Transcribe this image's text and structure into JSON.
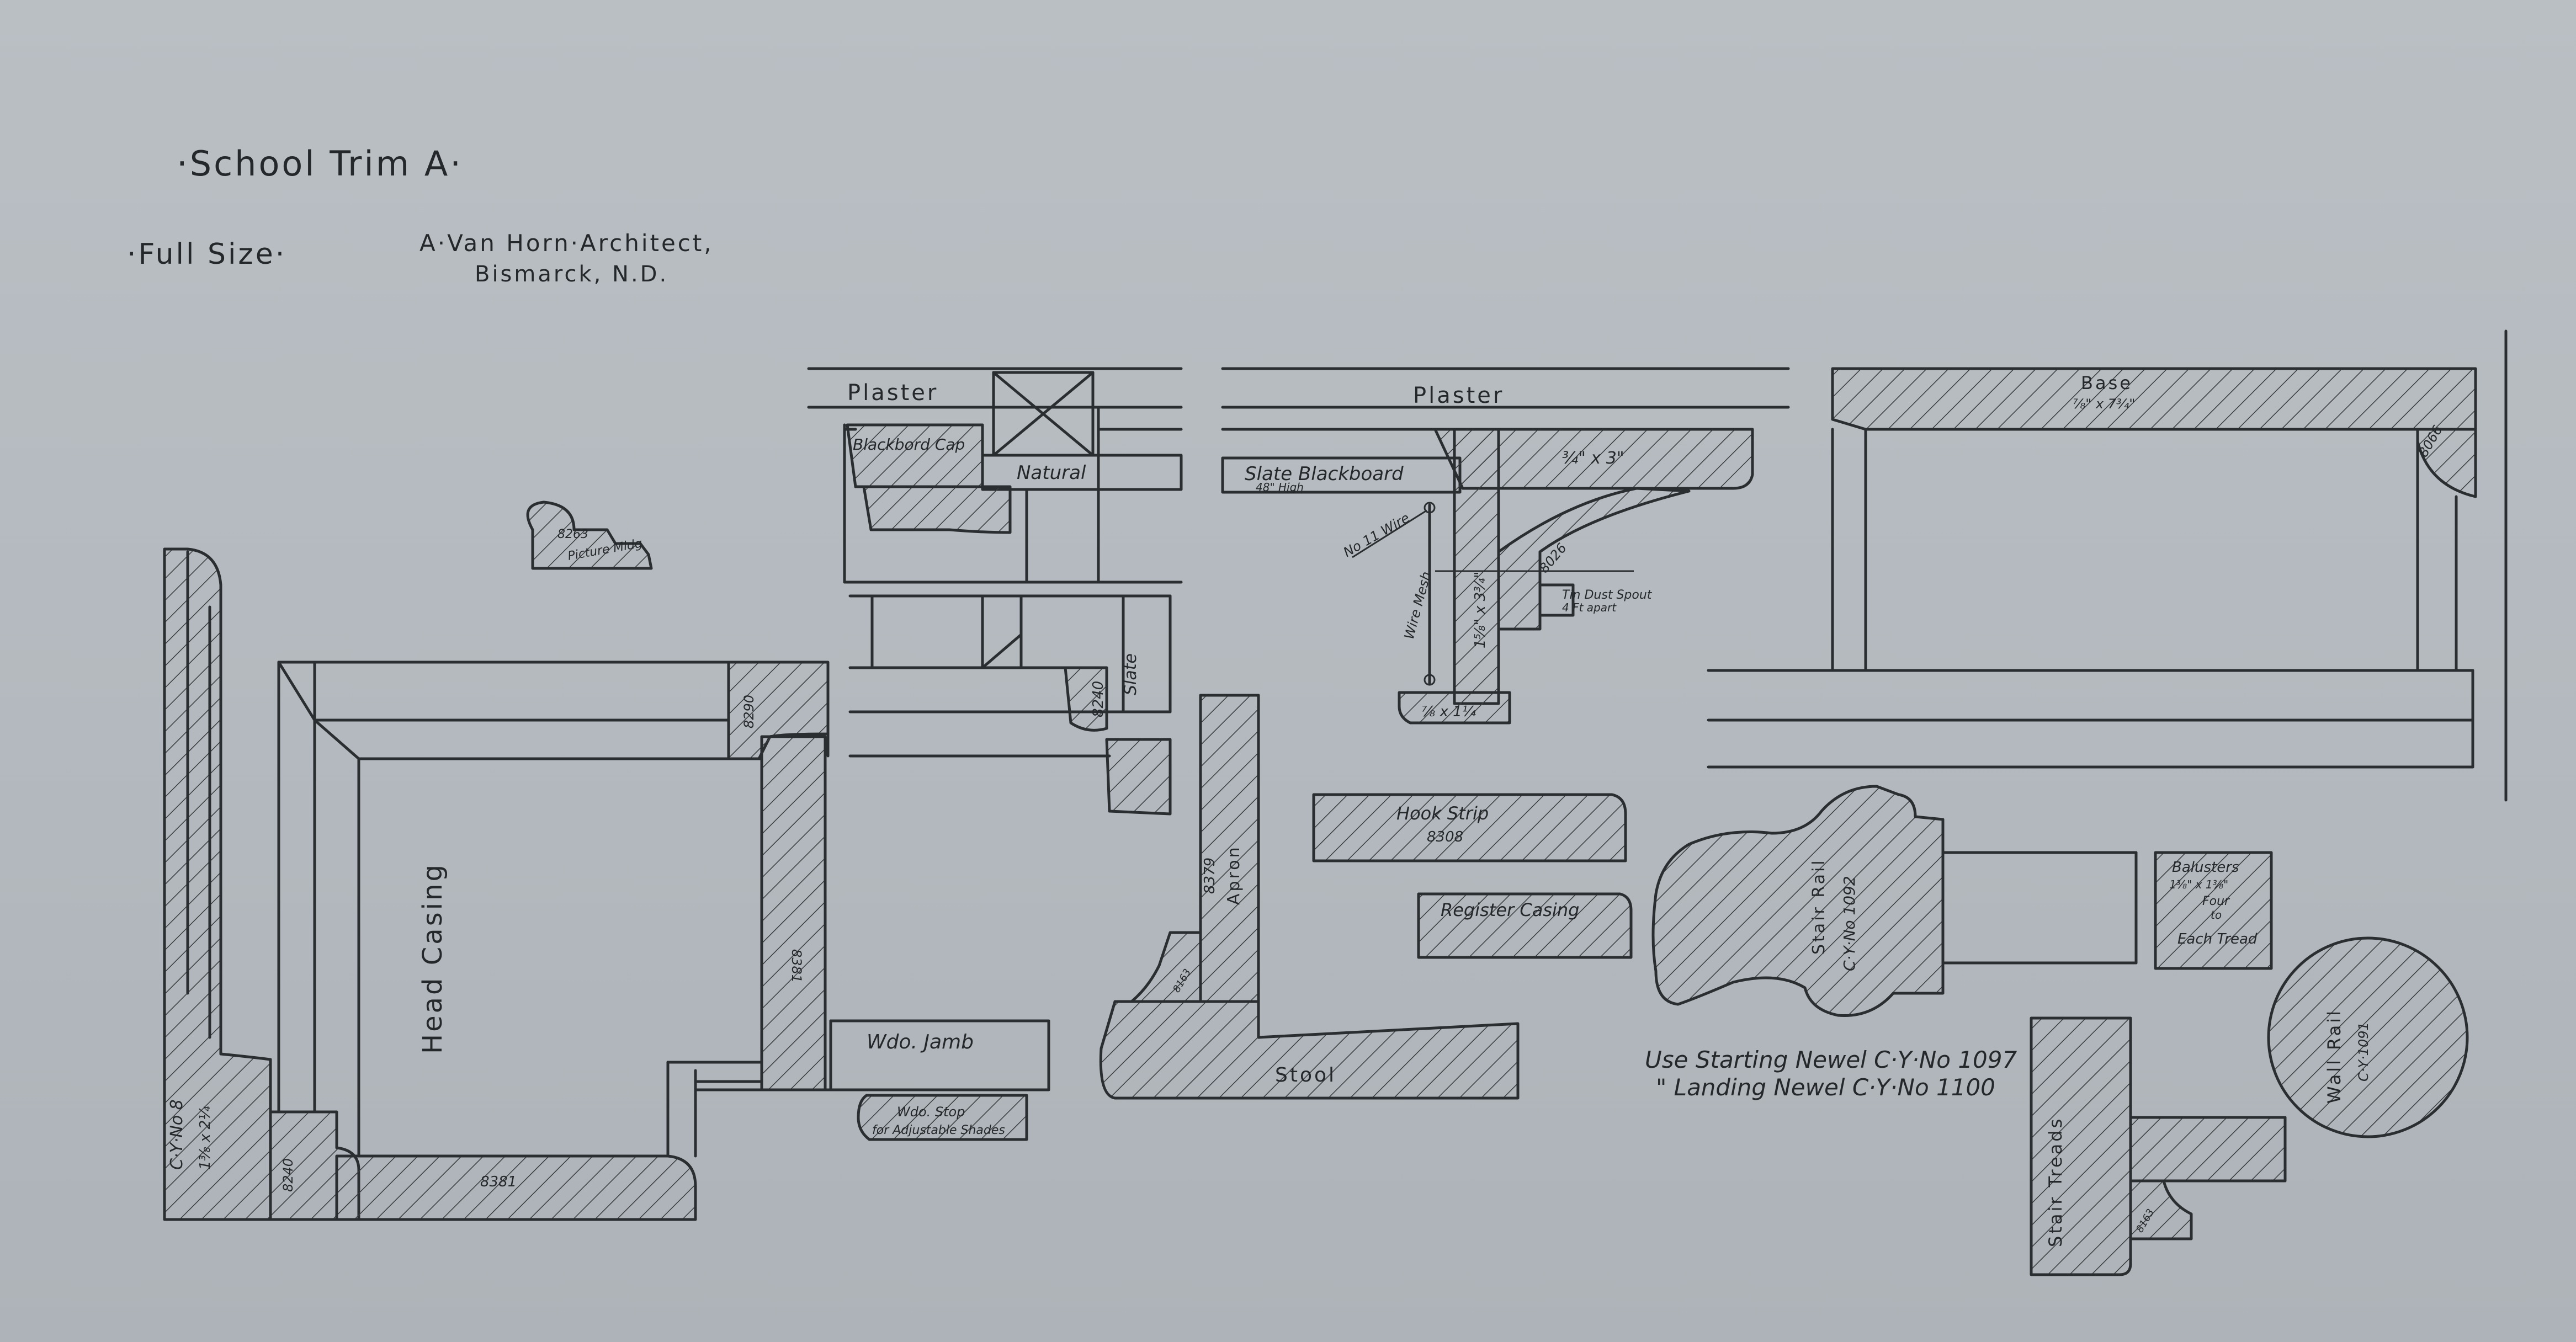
{
  "title": "·School Trim A·",
  "scale_note": "·Full Size·",
  "architect": {
    "line1": "A·Van Horn·Architect,",
    "line2": "Bismarck, N.D."
  },
  "labels": {
    "plaster_left": "Plaster",
    "plaster_right": "Plaster",
    "blackboard_cap": "Blackbord Cap",
    "natural": "Natural",
    "slate_blackboard": "Slate Blackboard",
    "slate_blackboard_height": "48\" High",
    "size_3_4_x_3": "¾\" x 3\"",
    "no_11_wire": "No 11 Wire",
    "wire_mesh": "Wire Mesh",
    "size_1_5_8_x_3_3_4": "1⅝\" x 3¾\"",
    "code_8026": "8026",
    "tin_dust_spout": "Tin Dust Spout",
    "four_ft_apart": "4 Ft apart",
    "size_7_8_x_1_1_4": "⅞ x 1¼",
    "base": "Base",
    "base_size": "⅞\" x 7¾\"",
    "code_8066": "8066",
    "picture_code": "8263",
    "picture_mldg": "Picture Mldg",
    "slate": "Slate",
    "code_8240_mid": "8240",
    "code_8290": "8290",
    "head_casing": "Head Casing",
    "code_8381_vert": "8381",
    "code_8381_bottom": "8381",
    "code_8240_left": "8240",
    "cy_no_8": "C·Y·No 8",
    "cy_no_8_size": "1⅜ x 2¼",
    "wdo_jamb": "Wdo. Jamb",
    "wdo_stop": "Wdo. Stop",
    "for_adjustable_shades": "for Adjustable Shades",
    "apron_code": "8379",
    "apron": "Apron",
    "code_8163": "8163",
    "stool": "Stool",
    "hook_strip": "Hook Strip",
    "hook_strip_code": "8308",
    "register_casing": "Register Casing",
    "stair_rail": "Stair Rail",
    "stair_rail_code": "C·Y·No 1092",
    "balusters": "Balusters",
    "balusters_size": "1⅜\" x 1⅜\"",
    "four_to": "Four",
    "to": "to",
    "each_tread": "Each Tread",
    "wall_rail": "Wall Rail",
    "wall_rail_code": "C·Y·1091",
    "stair_treads": "Stair Treads",
    "code_8163_stair": "8163",
    "newel_note_1": "Use Starting Newel C·Y·No 1097",
    "newel_note_2": "\"   Landing Newel C·Y·No 1100"
  },
  "colors": {
    "paper": "#b6bcc1",
    "ink": "#2b2e31"
  }
}
